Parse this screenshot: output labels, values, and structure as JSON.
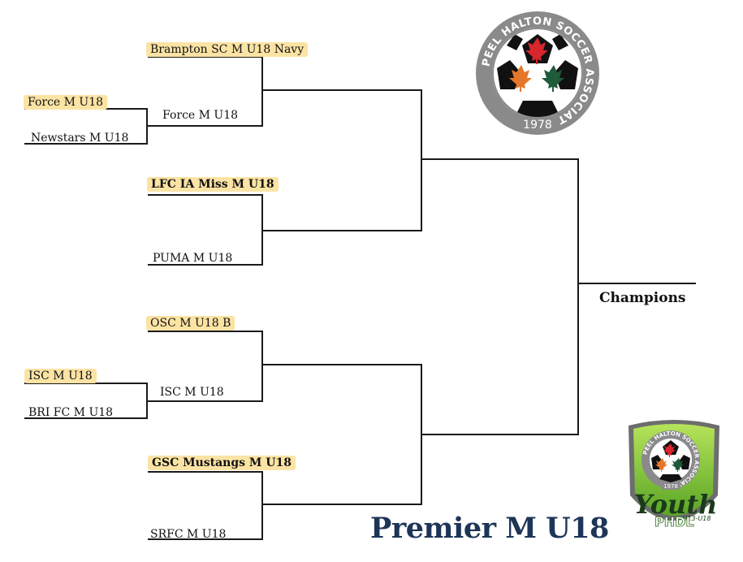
{
  "title": "Premier M U18",
  "champions_label": "Champions",
  "teams": {
    "t1": "Brampton SC M U18 Navy",
    "t2a": "Force M U18",
    "t2b": "Newstars  M U18",
    "t2w": "Force M U18",
    "t3": "LFC IA Miss M U18",
    "t4": "PUMA M U18",
    "t5": "OSC M U18 B",
    "t6a": "ISC M U18",
    "t6b": "BRI FC M U18",
    "t6w": "ISC M U18",
    "t7": "GSC Mustangs M U18",
    "t8": "SRFC M U18"
  },
  "logo_pha": {
    "ring_text": "PEEL HALTON SOCCER ASSOCIATION",
    "year": "1978"
  },
  "logo_youth": {
    "ring_text": "PEEL HALTON SOCCER ASSOCIATION",
    "year": "1978",
    "word": "Youth",
    "sub": "U13-U18",
    "badge": "PHDL"
  },
  "colors": {
    "highlight": "#fbe3a4",
    "title": "#1d3557",
    "leaf_red": "#d7262c",
    "leaf_orange": "#e5772b",
    "leaf_green": "#1f5a3a",
    "ring_grey": "#8a8a8a",
    "shield_green": "#8cc63f"
  }
}
